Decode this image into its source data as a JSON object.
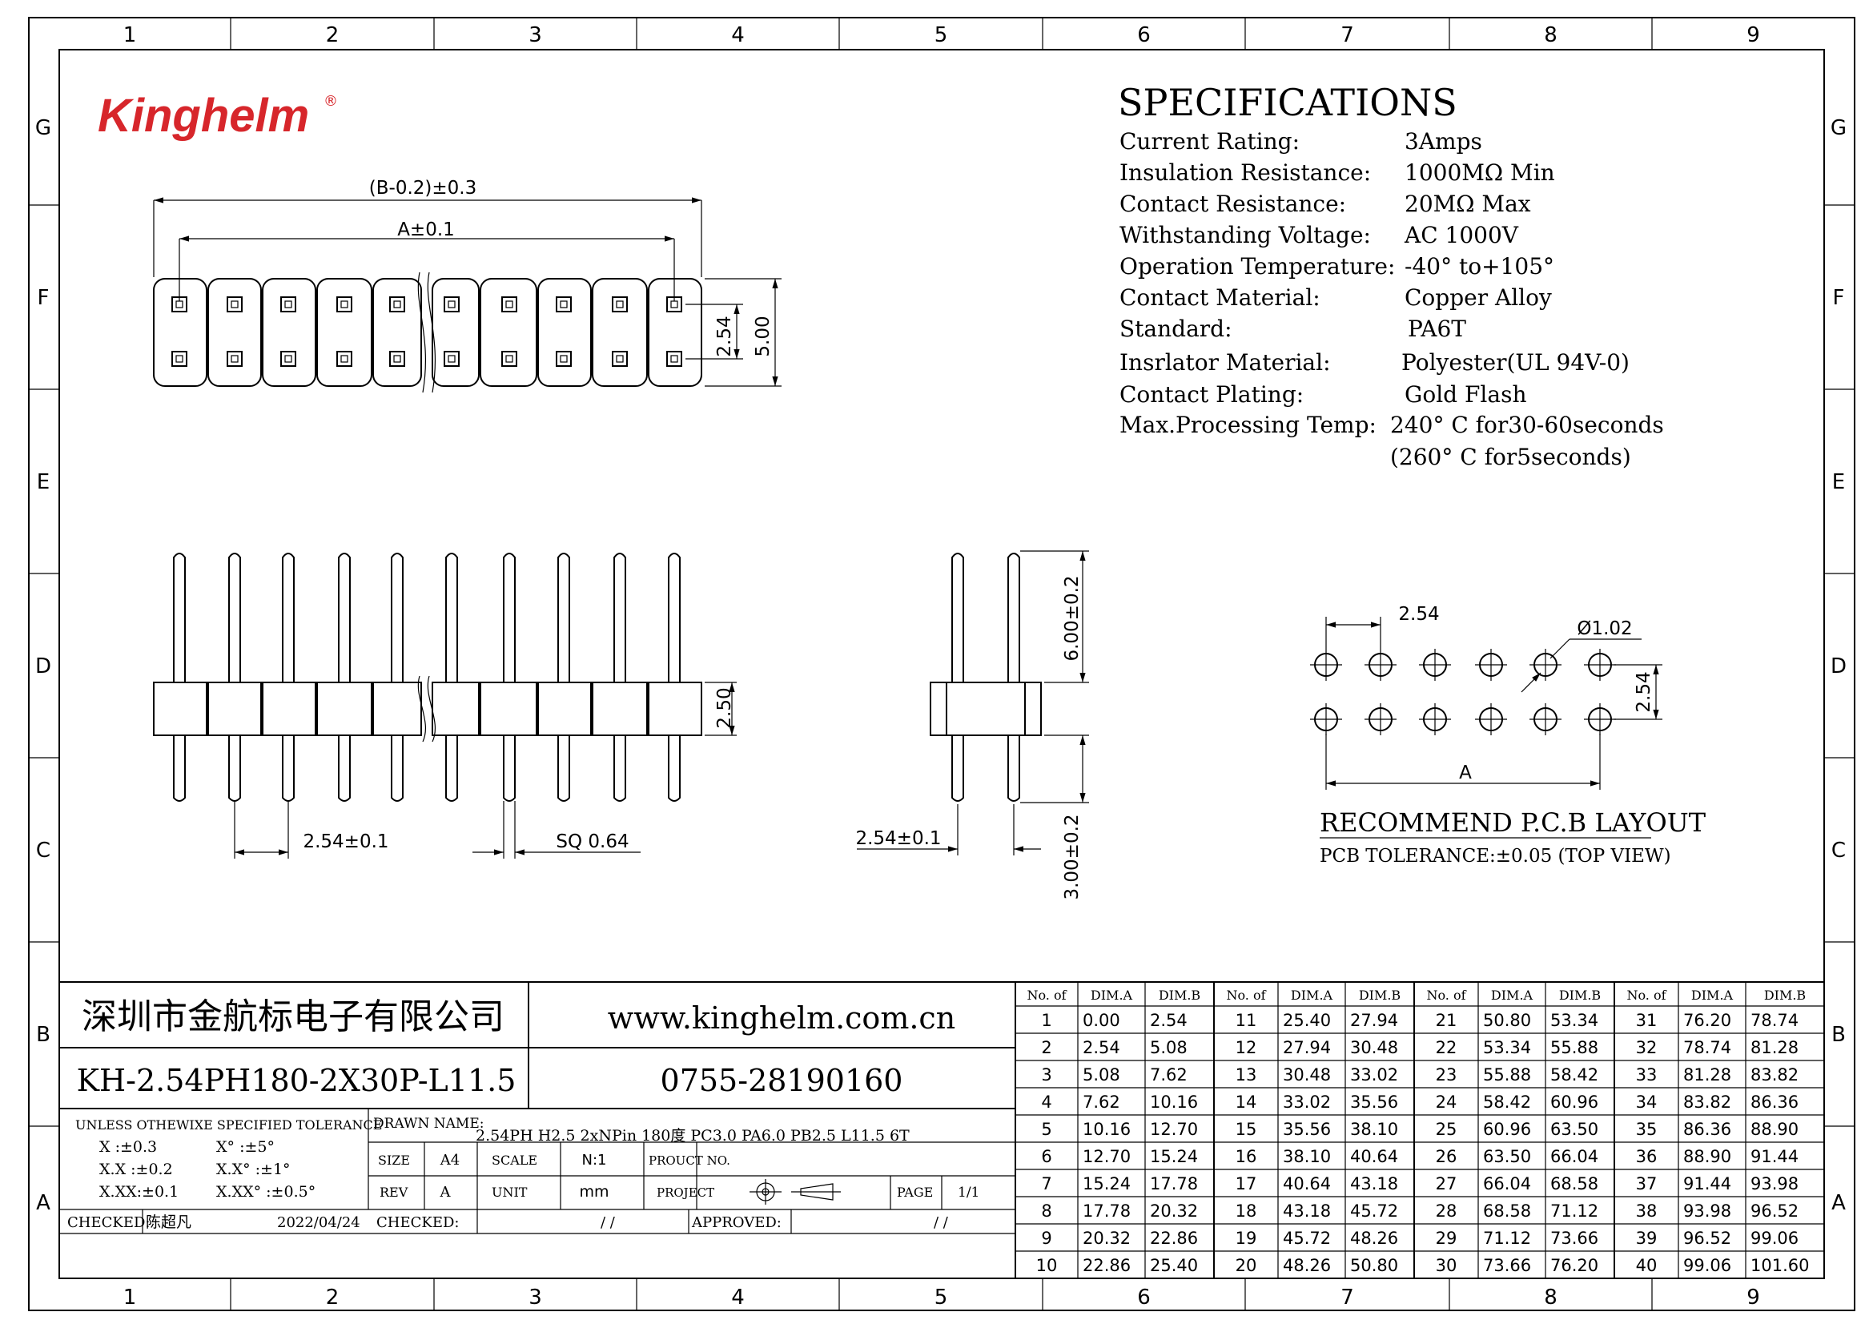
{
  "frame": {
    "columns": [
      "1",
      "2",
      "3",
      "4",
      "5",
      "6",
      "7",
      "8",
      "9"
    ],
    "rows": [
      "G",
      "F",
      "E",
      "D",
      "C",
      "B",
      "A"
    ]
  },
  "brand": {
    "logo_text": "Kinghelm",
    "logo_color": "#d7262b"
  },
  "specifications": {
    "title": "SPECIFICATIONS",
    "items": [
      {
        "label": "Current Rating:",
        "value": "3Amps"
      },
      {
        "label": "Insulation Resistance:",
        "value": "1000MΩ Min"
      },
      {
        "label": "Contact Resistance:",
        "value": "20MΩ  Max"
      },
      {
        "label": "Withstanding Voltage:",
        "value": "AC 1000V"
      },
      {
        "label": "Operation Temperature:",
        "value": "-40° to+105°"
      },
      {
        "label": "Contact Material:",
        "value": "Copper Alloy"
      },
      {
        "label": "Standard:",
        "value": "PA6T"
      },
      {
        "label": "Insrlator Material:",
        "value": "Polyester(UL 94V-0)"
      },
      {
        "label": "Contact Plating:",
        "value": "Gold Flash"
      },
      {
        "label": "Max.Processing Temp:",
        "value": "240° C for30-60seconds"
      }
    ],
    "extra_line": "(260° C for5seconds)"
  },
  "dimensions": {
    "top_outer": "(B-0.2)±0.3",
    "top_inner": "A±0.1",
    "top_pitch": "2.54",
    "top_width": "5.00",
    "front_height": "2.50",
    "front_pitch": "2.54±0.1",
    "front_pin": "SQ 0.64",
    "side_upper": "6.00±0.2",
    "side_lower": "3.00±0.2",
    "side_pitch": "2.54±0.1",
    "pcb_pitch_x": "2.54",
    "pcb_hole": "Ø1.02",
    "pcb_pitch_y": "2.54",
    "pcb_a": "A"
  },
  "pcb": {
    "title": "RECOMMEND P.C.B LAYOUT",
    "tolerance": "PCB TOLERANCE:±0.05 (TOP VIEW)"
  },
  "title_block": {
    "company": "深圳市金航标电子有限公司",
    "website": "www.kinghelm.com.cn",
    "part_no": "KH-2.54PH180-2X30P-L11.5",
    "phone": "0755-28190160",
    "tolerance_title": "UNLESS OTHEWIXE SPECIFIED TOLERANCE",
    "tol": [
      {
        "a": "X   :±0.3",
        "b": "X°   :±5°"
      },
      {
        "a": "X.X  :±0.2",
        "b": "X.X°  :±1°"
      },
      {
        "a": "X.XX:±0.1",
        "b": "X.XX° :±0.5°"
      }
    ],
    "drawn_name_label": "DRAWN NAME:",
    "drawn_name": "2.54PH H2.5 2xNPin 180度 PC3.0 PA6.0 PB2.5 L11.5 6T",
    "size_label": "SIZE",
    "size": "A4",
    "scale_label": "SCALE",
    "scale": "N:1",
    "product_no_label": "PROUCT NO.",
    "rev_label": "REV",
    "rev": "A",
    "unit_label": "UNIT",
    "unit": "mm",
    "project_label": "PROJECT",
    "page_label": "PAGE",
    "page": "1/1",
    "checked_label": "CHECKED:",
    "checked_by": "陈超凡",
    "date": "2022/04/24",
    "checked2_label": "CHECKED:",
    "slash1": "/  /",
    "approved_label": "APPROVED:",
    "slash2": "/  /"
  },
  "dim_table": {
    "headers": [
      "No. of",
      "DIM.A",
      "DIM.B"
    ],
    "rows": [
      [
        "1",
        "0.00",
        "2.54",
        "11",
        "25.40",
        "27.94",
        "21",
        "50.80",
        "53.34",
        "31",
        "76.20",
        "78.74"
      ],
      [
        "2",
        "2.54",
        "5.08",
        "12",
        "27.94",
        "30.48",
        "22",
        "53.34",
        "55.88",
        "32",
        "78.74",
        "81.28"
      ],
      [
        "3",
        "5.08",
        "7.62",
        "13",
        "30.48",
        "33.02",
        "23",
        "55.88",
        "58.42",
        "33",
        "81.28",
        "83.82"
      ],
      [
        "4",
        "7.62",
        "10.16",
        "14",
        "33.02",
        "35.56",
        "24",
        "58.42",
        "60.96",
        "34",
        "83.82",
        "86.36"
      ],
      [
        "5",
        "10.16",
        "12.70",
        "15",
        "35.56",
        "38.10",
        "25",
        "60.96",
        "63.50",
        "35",
        "86.36",
        "88.90"
      ],
      [
        "6",
        "12.70",
        "15.24",
        "16",
        "38.10",
        "40.64",
        "26",
        "63.50",
        "66.04",
        "36",
        "88.90",
        "91.44"
      ],
      [
        "7",
        "15.24",
        "17.78",
        "17",
        "40.64",
        "43.18",
        "27",
        "66.04",
        "68.58",
        "37",
        "91.44",
        "93.98"
      ],
      [
        "8",
        "17.78",
        "20.32",
        "18",
        "43.18",
        "45.72",
        "28",
        "68.58",
        "71.12",
        "38",
        "93.98",
        "96.52"
      ],
      [
        "9",
        "20.32",
        "22.86",
        "19",
        "45.72",
        "48.26",
        "29",
        "71.12",
        "73.66",
        "39",
        "96.52",
        "99.06"
      ],
      [
        "10",
        "22.86",
        "25.40",
        "20",
        "48.26",
        "50.80",
        "30",
        "73.66",
        "76.20",
        "40",
        "99.06",
        "101.60"
      ]
    ]
  }
}
